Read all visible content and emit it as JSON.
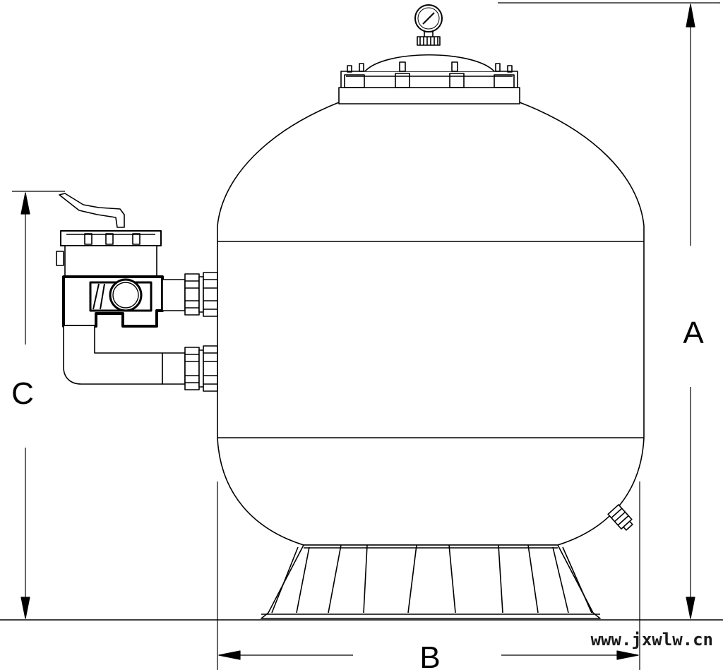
{
  "dimensions": {
    "height_label": "A",
    "width_label": "B",
    "inlet_height_label": "C"
  },
  "watermark": "www.jxwlw.cn",
  "colors": {
    "stroke": "#000000",
    "background": "#ffffff"
  },
  "icons": [
    "pressure-gauge-icon",
    "valve-handle-icon",
    "drain-plug-icon"
  ]
}
